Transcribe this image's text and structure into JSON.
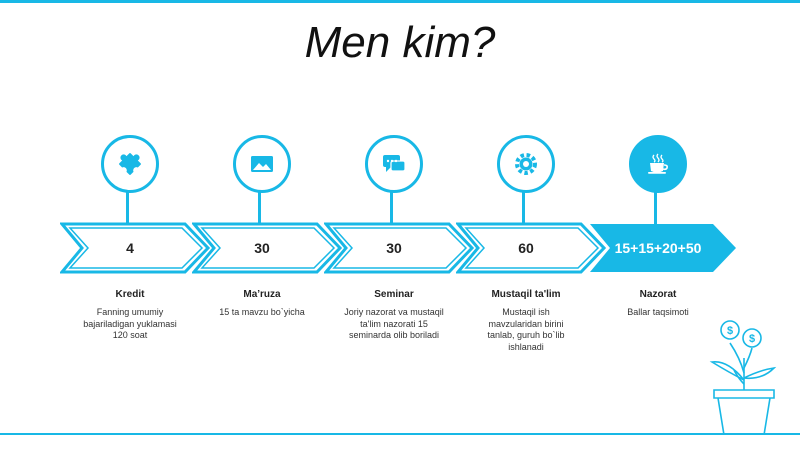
{
  "title": "Men kim?",
  "colors": {
    "accent": "#18b8e6",
    "text": "#222222"
  },
  "steps": [
    {
      "value": "4",
      "label": "Kredit",
      "desc": "Fanning umumiy bajariladigan yuklamasi 120 soat",
      "icon": "puzzle-icon"
    },
    {
      "value": "30",
      "label": "Ma’ruza",
      "desc": "15 ta mavzu bo`yicha",
      "icon": "image-icon"
    },
    {
      "value": "30",
      "label": "Seminar",
      "desc": "Joriy nazorat va mustaqil ta'lim nazorati 15 seminarda olib boriladi",
      "icon": "chat-icon"
    },
    {
      "value": "60",
      "label": "Mustaqil ta'lim",
      "desc": "Mustaqil ish mavzularidan birini tanlab, guruh bo`lib ishlanadi",
      "icon": "gear-icon"
    },
    {
      "value": "15+15+20+50",
      "label": "Nazorat",
      "desc": "Ballar taqsimoti",
      "icon": "coffee-cup-icon"
    }
  ]
}
